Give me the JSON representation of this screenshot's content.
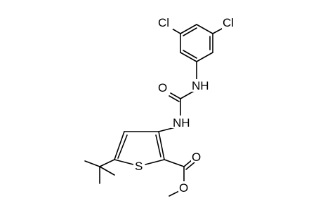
{
  "structure": {
    "atoms": {
      "cl_left": "Cl",
      "cl_right": "Cl",
      "nh_upper": "NH",
      "o_carbonyl": "O",
      "nh_lower": "NH",
      "s_ring": "S",
      "o_ester_carbonyl": "O",
      "o_ester_single": "O"
    },
    "colors": {
      "bond": "#000000",
      "label": "#000000",
      "background": "#ffffff"
    }
  }
}
